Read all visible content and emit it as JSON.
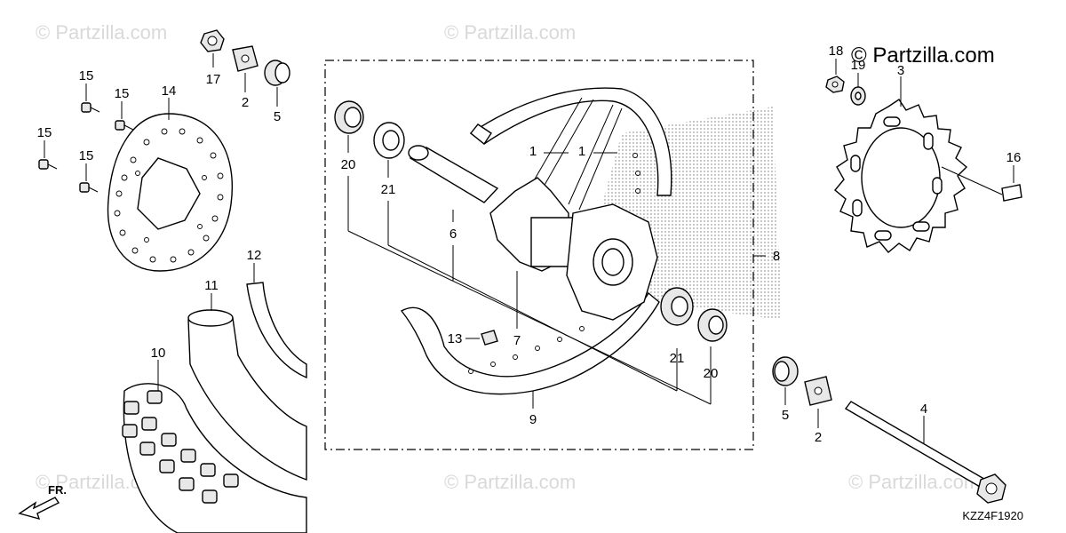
{
  "brand": {
    "logo_text": "© Partzilla.com"
  },
  "watermark": {
    "text": "© Partzilla.com"
  },
  "diagram_code": "KZZ4F1920",
  "direction_label": "FR.",
  "callouts": [
    {
      "id": "c1a",
      "label": "1"
    },
    {
      "id": "c1b",
      "label": "1"
    },
    {
      "id": "c2a",
      "label": "2"
    },
    {
      "id": "c2b",
      "label": "2"
    },
    {
      "id": "c3",
      "label": "3"
    },
    {
      "id": "c4",
      "label": "4"
    },
    {
      "id": "c5a",
      "label": "5"
    },
    {
      "id": "c5b",
      "label": "5"
    },
    {
      "id": "c6",
      "label": "6"
    },
    {
      "id": "c7",
      "label": "7"
    },
    {
      "id": "c8",
      "label": "8"
    },
    {
      "id": "c9",
      "label": "9"
    },
    {
      "id": "c10",
      "label": "10"
    },
    {
      "id": "c11",
      "label": "11"
    },
    {
      "id": "c12",
      "label": "12"
    },
    {
      "id": "c13",
      "label": "13"
    },
    {
      "id": "c14",
      "label": "14"
    },
    {
      "id": "c15a",
      "label": "15"
    },
    {
      "id": "c15b",
      "label": "15"
    },
    {
      "id": "c15c",
      "label": "15"
    },
    {
      "id": "c15d",
      "label": "15"
    },
    {
      "id": "c16",
      "label": "16"
    },
    {
      "id": "c17",
      "label": "17"
    },
    {
      "id": "c18",
      "label": "18"
    },
    {
      "id": "c19",
      "label": "19"
    },
    {
      "id": "c20a",
      "label": "20"
    },
    {
      "id": "c20b",
      "label": "20"
    },
    {
      "id": "c21a",
      "label": "21"
    },
    {
      "id": "c21b",
      "label": "21"
    }
  ]
}
